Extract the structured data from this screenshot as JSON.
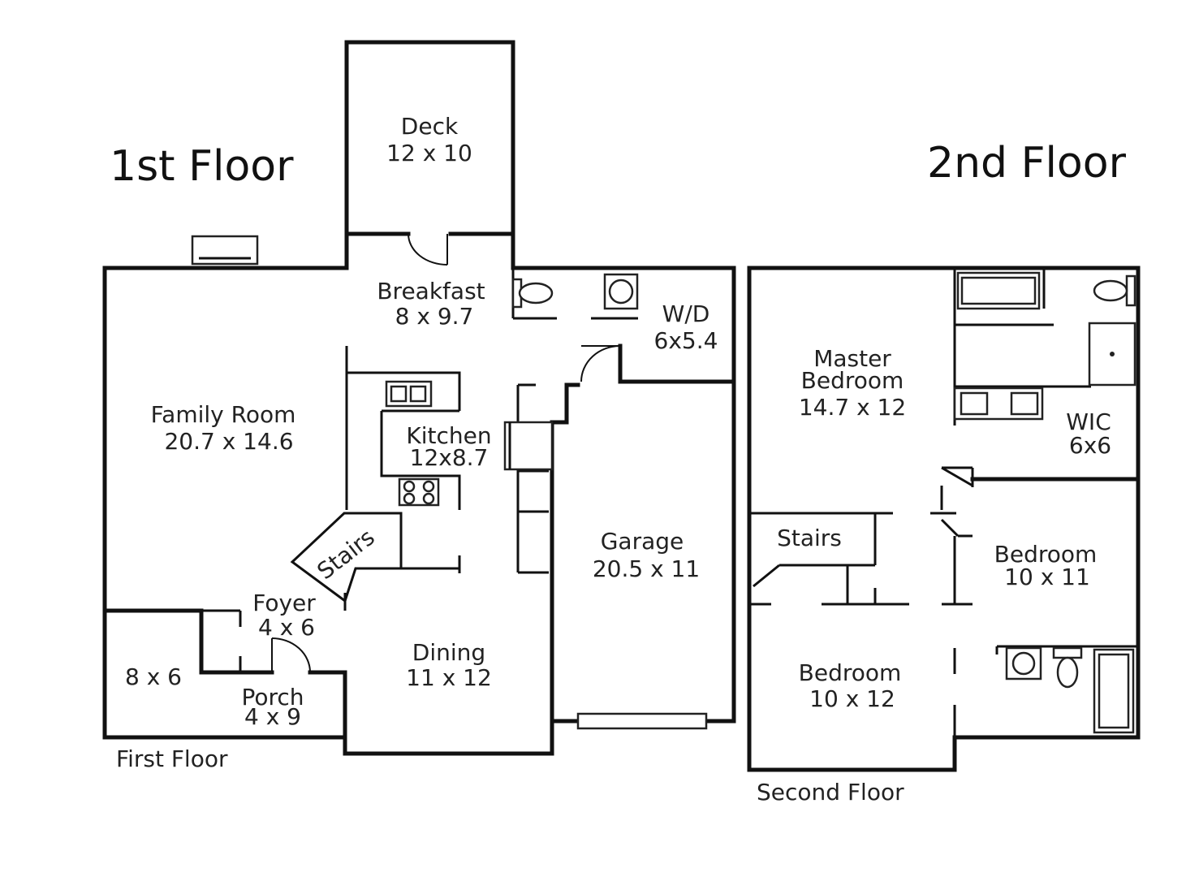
{
  "headings": {
    "first_floor": "1st Floor",
    "second_floor": "2nd Floor"
  },
  "captions": {
    "first_floor": "First Floor",
    "second_floor": "Second Floor"
  },
  "first_floor_rooms": {
    "deck": {
      "name": "Deck",
      "size": "12 x 10"
    },
    "breakfast": {
      "name": "Breakfast",
      "size": "8 x 9.7"
    },
    "wd": {
      "name": "W/D",
      "size": "6x5.4"
    },
    "family_room": {
      "name": "Family Room",
      "size": "20.7 x 14.6"
    },
    "kitchen": {
      "name": "Kitchen",
      "size": "12x8.7"
    },
    "stairs": {
      "name": "Stairs"
    },
    "garage": {
      "name": "Garage",
      "size": "20.5 x 11"
    },
    "foyer": {
      "name": "Foyer",
      "size": "4 x 6"
    },
    "side_room": {
      "size": "8 x 6"
    },
    "porch": {
      "name": "Porch",
      "size": "4 x 9"
    },
    "dining": {
      "name": "Dining",
      "size": "11 x 12"
    }
  },
  "second_floor_rooms": {
    "master_bedroom": {
      "name": "Master Bedroom",
      "name_line1": "Master",
      "name_line2": "Bedroom",
      "size": "14.7 x 12"
    },
    "wic": {
      "name": "WIC",
      "size": "6x6"
    },
    "stairs": {
      "name": "Stairs"
    },
    "bedroom_right": {
      "name": "Bedroom",
      "size": "10 x 11"
    },
    "bedroom_left": {
      "name": "Bedroom",
      "size": "10 x 12"
    }
  }
}
